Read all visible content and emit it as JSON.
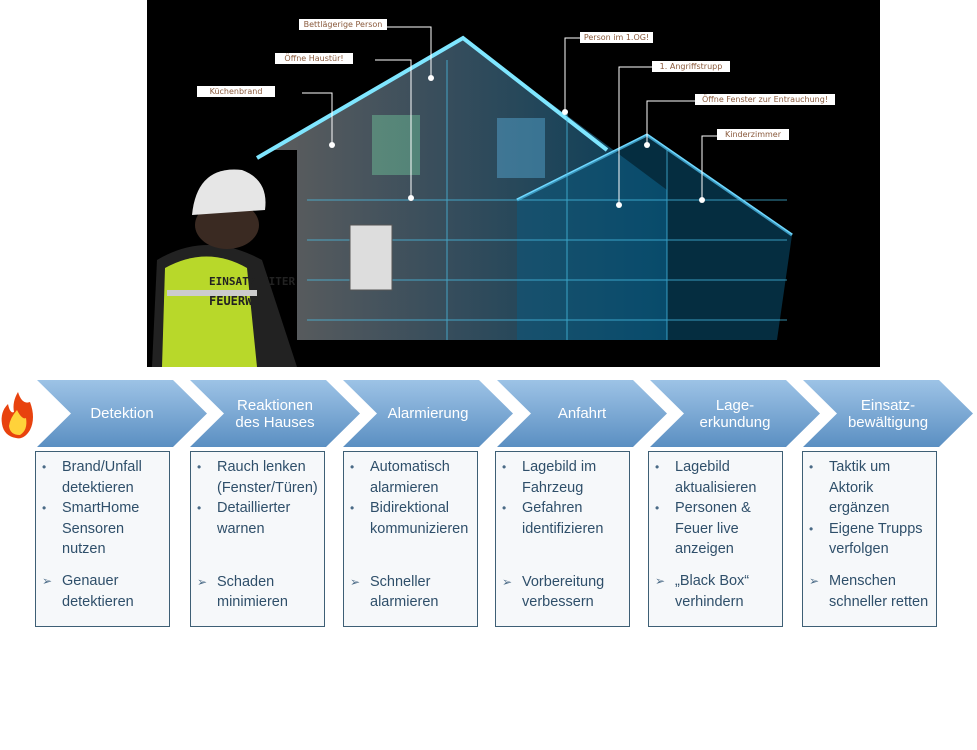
{
  "hero": {
    "labels": [
      "Bettlägerige Person",
      "Öffne Haustür!",
      "Küchenbrand",
      "Person im 1.OG!",
      "1. Angriffstrupp",
      "Öffne Fenster zur Entrauchung!",
      "Kinderzimmer"
    ],
    "vest_text": [
      "EINSATZLEITER",
      "FEUERWEHR"
    ]
  },
  "steps": [
    {
      "title": "Detektion",
      "bullets": [
        "Brand/Unfall detektieren",
        "SmartHome Sensoren nutzen"
      ],
      "goal": "Genauer detektieren"
    },
    {
      "title": "Reaktionen\ndes Hauses",
      "bullets": [
        "Rauch lenken (Fenster/Türen)",
        "Detaillierter warnen"
      ],
      "goal": "Schaden minimieren"
    },
    {
      "title": "Alarmierung",
      "bullets": [
        "Automatisch alarmieren",
        "Bidirektional kommunizieren"
      ],
      "goal": "Schneller alarmieren"
    },
    {
      "title": "Anfahrt",
      "bullets": [
        "Lagebild im Fahrzeug",
        "Gefahren identifizieren"
      ],
      "goal": "Vorbereitung verbessern"
    },
    {
      "title": "Lage-\nerkundung",
      "bullets": [
        "Lagebild aktualisieren",
        "Personen & Feuer live anzeigen"
      ],
      "goal": "„Black Box“ verhindern"
    },
    {
      "title": "Einsatz-\nbewältigung",
      "bullets": [
        "Taktik um Aktorik ergänzen",
        "Eigene Trupps verfolgen"
      ],
      "goal": "Menschen schneller retten"
    }
  ],
  "colors": {
    "chevron_top": "#9dc3e6",
    "chevron_bottom": "#5b8fc2",
    "box_border": "#3e5f75",
    "text": "#2f4f6a"
  }
}
